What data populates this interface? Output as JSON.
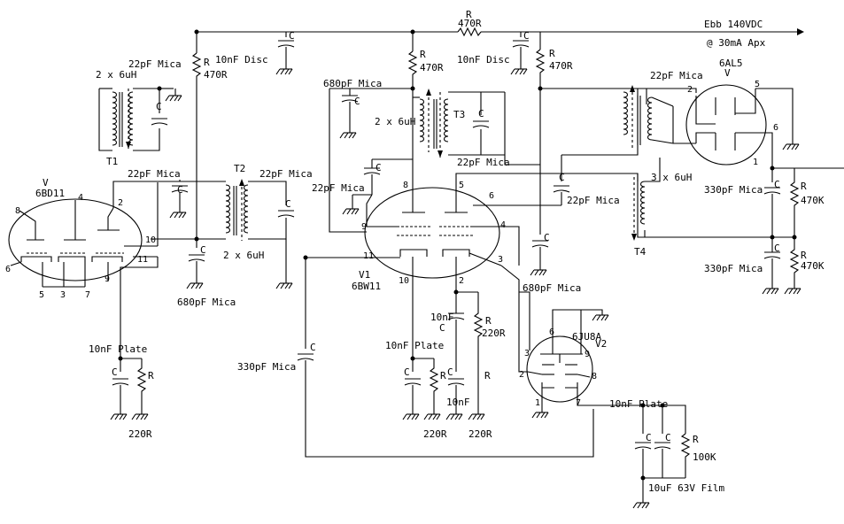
{
  "supply": {
    "ebb": "Ebb 140VDC",
    "current": "@ 30mA Apx"
  },
  "series_resistor": {
    "ref": "R",
    "value": "470R"
  },
  "tubes": {
    "v_left": {
      "ref": "V",
      "type": "6BD11",
      "pins": [
        "8",
        "4",
        "2",
        "6",
        "10",
        "11",
        "5",
        "3",
        "7",
        "9"
      ]
    },
    "v1": {
      "ref": "V1",
      "type": "6BW11",
      "pins": [
        "8",
        "5",
        "6",
        "9",
        "4",
        "11",
        "3",
        "10",
        "2"
      ]
    },
    "v2": {
      "ref": "V2",
      "type": "6JU8A",
      "pins": [
        "6",
        "9",
        "3",
        "2",
        "8",
        "1",
        "7"
      ]
    },
    "v_out": {
      "ref": "V",
      "type": "6AL5",
      "pins": [
        "2",
        "5",
        "6",
        "1"
      ]
    }
  },
  "transformers": {
    "t1": {
      "ref": "T1",
      "winding": "2 x 6uH",
      "cap": "22pF Mica"
    },
    "t2": {
      "ref": "T2",
      "winding": "2 x 6uH",
      "cap": "22pF Mica"
    },
    "t3": {
      "ref": "T3",
      "winding": "2 x 6uH",
      "cap": "22pF Mica"
    },
    "t4": {
      "ref": "T4",
      "winding": "3 x 6uH",
      "cap": "22pF Mica"
    }
  },
  "labels": {
    "r": "R",
    "c": "C",
    "r470": "470R",
    "r220": "220R",
    "r470k": "470K",
    "r100k": "100K",
    "c10nf_disc": "10nF Disc",
    "c10nf_plate": "10nF Plate",
    "c10nf": "10nF",
    "c22pf": "22pF Mica",
    "c330pf": "330pF Mica",
    "c680pf": "680pF Mica",
    "c10uf": "10uF 63V Film"
  }
}
